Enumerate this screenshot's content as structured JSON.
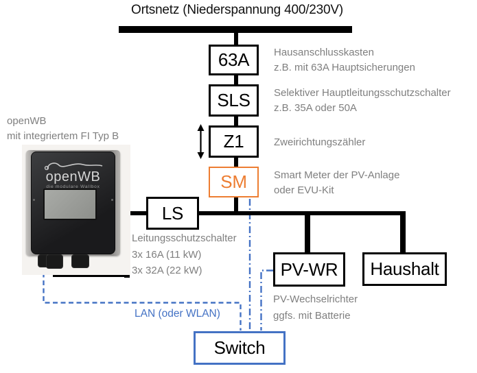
{
  "page": {
    "title": "Ortsnetz (Niederspannung 400/230V)"
  },
  "colors": {
    "accent_orange": "#ED7D31",
    "accent_blue": "#4472C4",
    "annotation_gray": "#7F7F7F"
  },
  "wallbox": {
    "caption": [
      "openWB",
      "mit integriertem FI Typ B"
    ],
    "logo_text": "openWB",
    "logo_subtitle": "die modulare Wallbox"
  },
  "boxes": {
    "hak": {
      "label": "63A",
      "desc": [
        "Hausanschlusskasten",
        "z.B. mit 63A Hauptsicherungen"
      ]
    },
    "sls": {
      "label": "SLS",
      "desc": [
        "Selektiver Hauptleitungsschutzschalter",
        "z.B. 35A oder 50A"
      ]
    },
    "z1": {
      "label": "Z1",
      "desc": [
        "Zweirichtungszähler"
      ]
    },
    "sm": {
      "label": "SM",
      "desc": [
        "Smart Meter der PV-Anlage",
        "oder EVU-Kit"
      ]
    },
    "ls": {
      "label": "LS",
      "desc": [
        "Leitungsschutzschalter",
        "3x 16A (11 kW)",
        "3x 32A (22 kW)"
      ]
    },
    "pvwr": {
      "label": "PV-WR",
      "desc": [
        "PV-Wechselrichter",
        "ggfs. mit Batterie"
      ]
    },
    "haushalt": {
      "label": "Haushalt"
    },
    "switch": {
      "label": "Switch"
    }
  },
  "connections": {
    "lan_label": "LAN (oder WLAN)"
  }
}
